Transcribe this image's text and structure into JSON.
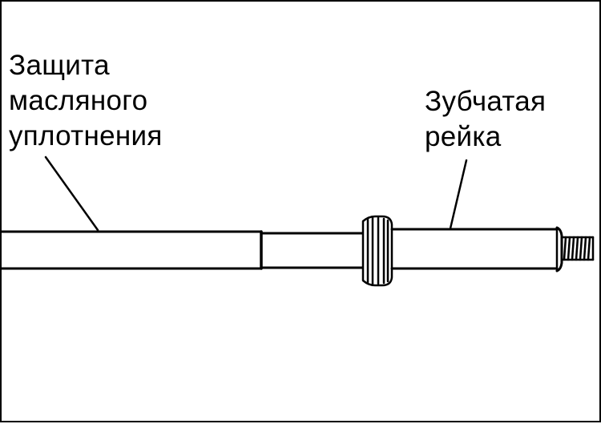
{
  "labels": {
    "oil_seal_guard": [
      "Защита",
      "масляного",
      "уплотнения"
    ],
    "rack": [
      "Зубчатая",
      "рейка"
    ]
  },
  "colors": {
    "ink": "#000000",
    "paper": "#ffffff"
  }
}
